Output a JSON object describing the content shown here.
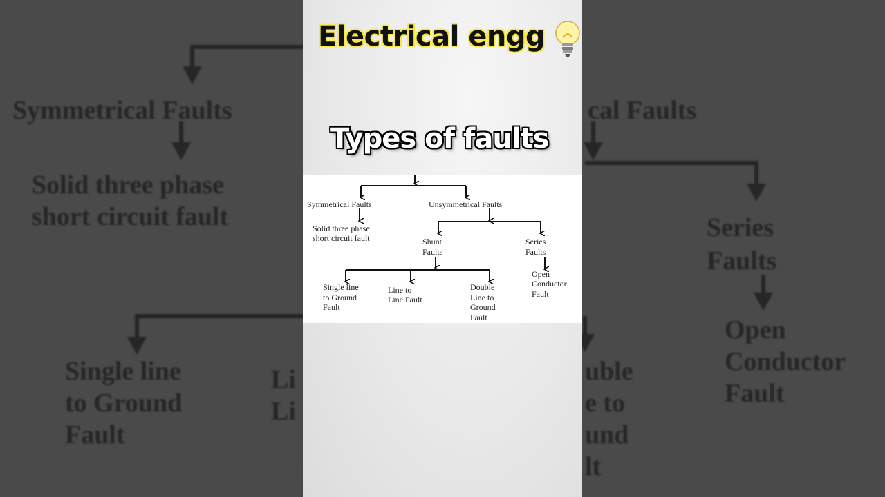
{
  "header": {
    "title": "Electrical engg",
    "icon": "lightbulb-icon",
    "subtitle": "Types of faults"
  },
  "diagram": {
    "symmetrical": "Symmetrical Faults",
    "unsymmetrical": "Unsymmetrical Faults",
    "solid_1": "Solid three phase",
    "solid_2": "short circuit fault",
    "shunt_1": "Shunt",
    "shunt_2": "Faults",
    "series_1": "Series",
    "series_2": "Faults",
    "slg_1": "Single line",
    "slg_2": "to Ground",
    "slg_3": "Fault",
    "ll_1": "Line to",
    "ll_2": "Line Fault",
    "dlg_1": "Double",
    "dlg_2": "Line to",
    "dlg_3": "Ground",
    "dlg_4": "Fault",
    "oc_1": "Open",
    "oc_2": "Conductor",
    "oc_3": "Fault"
  },
  "background": {
    "left_1": "Symmetrical Faults",
    "left_2": "Solid three phase",
    "left_3": "short circuit fault",
    "left_4": "Single line",
    "left_5": "to Ground",
    "left_6": "Fault",
    "left_7": "Li",
    "left_8": "Li",
    "right_1": "cal Faults",
    "right_2": "Series",
    "right_3": "Faults",
    "right_4": "Open",
    "right_5": "Conductor",
    "right_6": "Fault",
    "right_7": "uble",
    "right_8": "e to",
    "right_9": "und",
    "right_10": "lt"
  }
}
